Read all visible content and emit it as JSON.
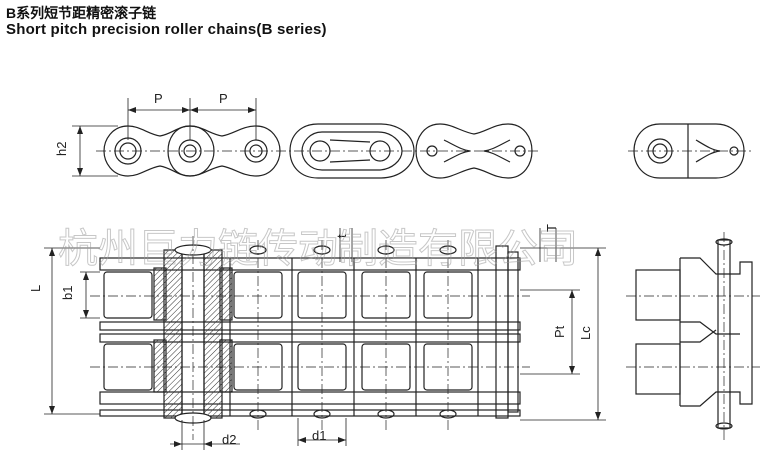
{
  "title": {
    "cn": "B系列短节距精密滚子链",
    "en": "Short pitch precision roller chains(B series)"
  },
  "labels": {
    "pitch": "P",
    "h2": "h2",
    "L": "L",
    "b1": "b1",
    "Lc": "Lc",
    "Pt": "Pt",
    "T": "T",
    "t": "t",
    "d1": "d1",
    "d2": "d2"
  },
  "watermark": "杭州巨力链传动制造有限公司"
}
